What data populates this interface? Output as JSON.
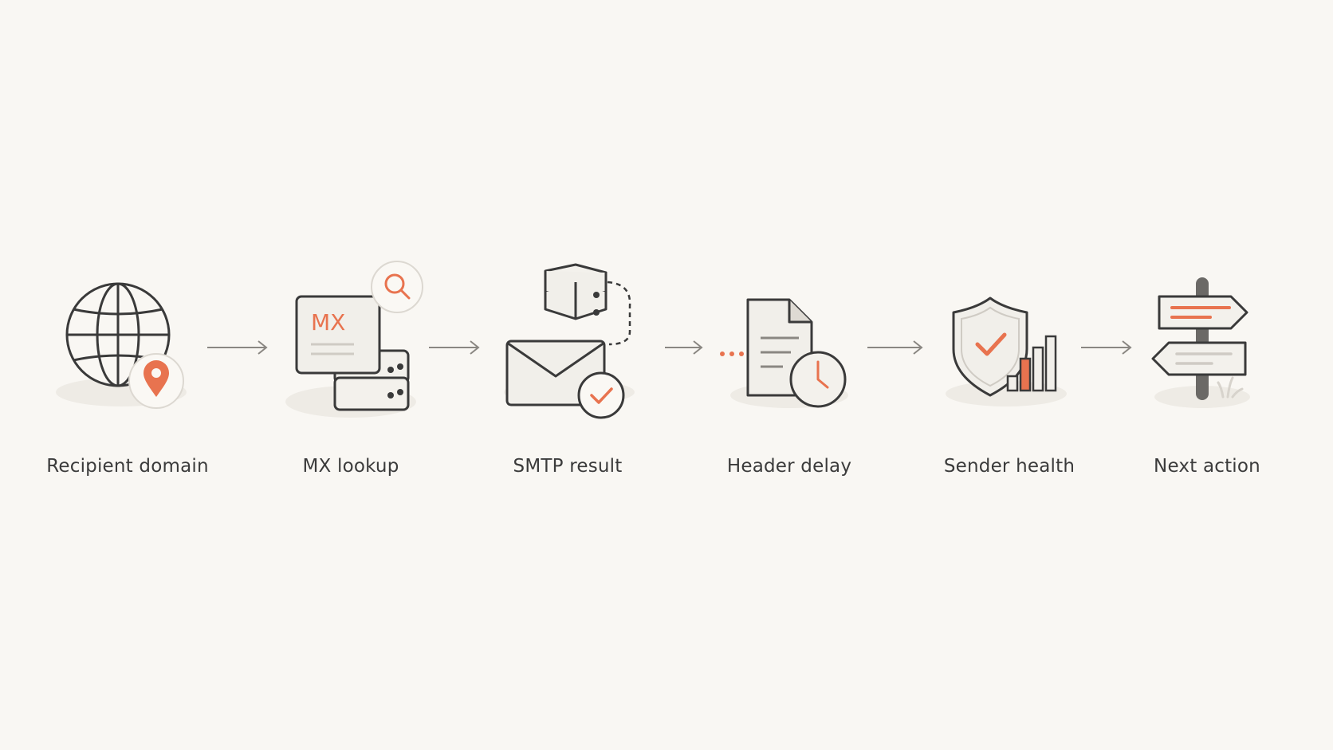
{
  "colors": {
    "background": "#f9f7f3",
    "ink": "#3a3a3a",
    "accent": "#e8734f",
    "soft": "#eeebe5"
  },
  "steps": [
    {
      "label": "Recipient domain",
      "icon": "globe-with-location-pin-icon"
    },
    {
      "label": "MX lookup",
      "icon": "mx-record-search-icon",
      "badge": "MX"
    },
    {
      "label": "SMTP result",
      "icon": "envelope-server-check-icon"
    },
    {
      "label": "Header delay",
      "icon": "document-clock-icon"
    },
    {
      "label": "Sender health",
      "icon": "shield-check-bar-chart-icon"
    },
    {
      "label": "Next action",
      "icon": "signpost-icon"
    }
  ]
}
